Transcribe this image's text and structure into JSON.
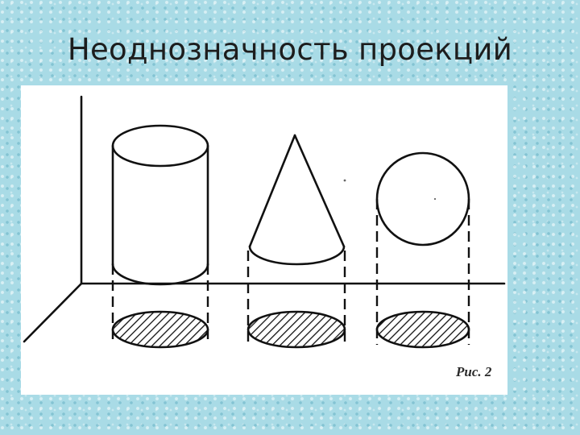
{
  "slide": {
    "title": "Неоднозначность проекций"
  },
  "figure": {
    "caption": "Рис. 2",
    "shapes": [
      "cylinder",
      "cone",
      "sphere"
    ],
    "projection_fill": "hatched"
  },
  "colors": {
    "background": "#a9dbe6",
    "figure_background": "#ffffff",
    "ink": "#111111"
  }
}
